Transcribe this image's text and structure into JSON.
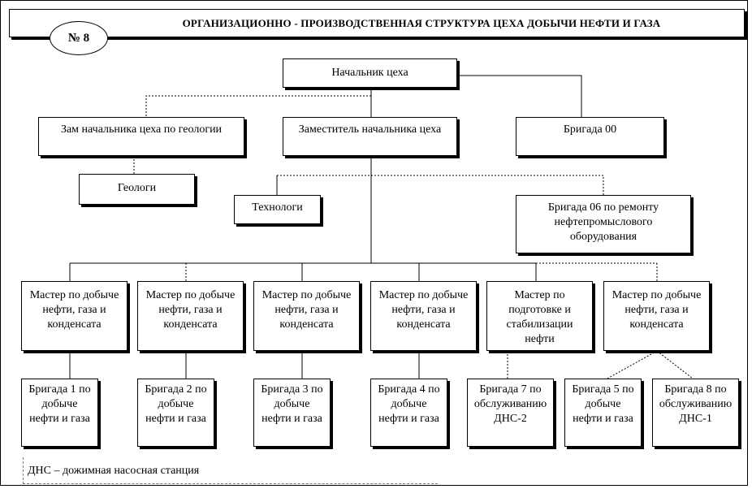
{
  "title": "ОРГАНИЗАЦИОННО -  ПРОИЗВОДСТВЕННАЯ СТРУКТУРА ЦЕХА ДОБЫЧИ НЕФТИ И ГАЗА",
  "badge": "№ 8",
  "nodes": {
    "head": "Начальник цеха",
    "deputy_geology": "Зам начальника цеха по геологии",
    "deputy": "Заместитель начальника цеха",
    "brigade00": "Бригада 00",
    "geologists": "Геологи",
    "technologists": "Технологи",
    "brigade06": "Бригада 06 по ремонту нефтепромыслового оборудования"
  },
  "masters": [
    "Мастер по добыче нефти, газа и конденсата",
    "Мастер по добыче нефти, газа и конденсата",
    "Мастер по добыче нефти, газа и конденсата",
    "Мастер по добыче нефти, газа и конденсата",
    "Мастер по подготовке и стабилизации нефти",
    "Мастер по добыче нефти, газа и конденсата"
  ],
  "brigades": [
    "Бригада 1 по добыче нефти и газа",
    "Бригада 2 по добыче нефти и газа",
    "Бригада 3 по добыче нефти и газа",
    "Бригада 4 по добыче нефти и газа",
    "Бригада 7 по обслуживанию ДНС-2",
    "Бригада 5 по добыче нефти и газа",
    "Бригада 8 по обслуживанию ДНС-1"
  ],
  "footnote": "ДНС – дожимная насосная станция"
}
